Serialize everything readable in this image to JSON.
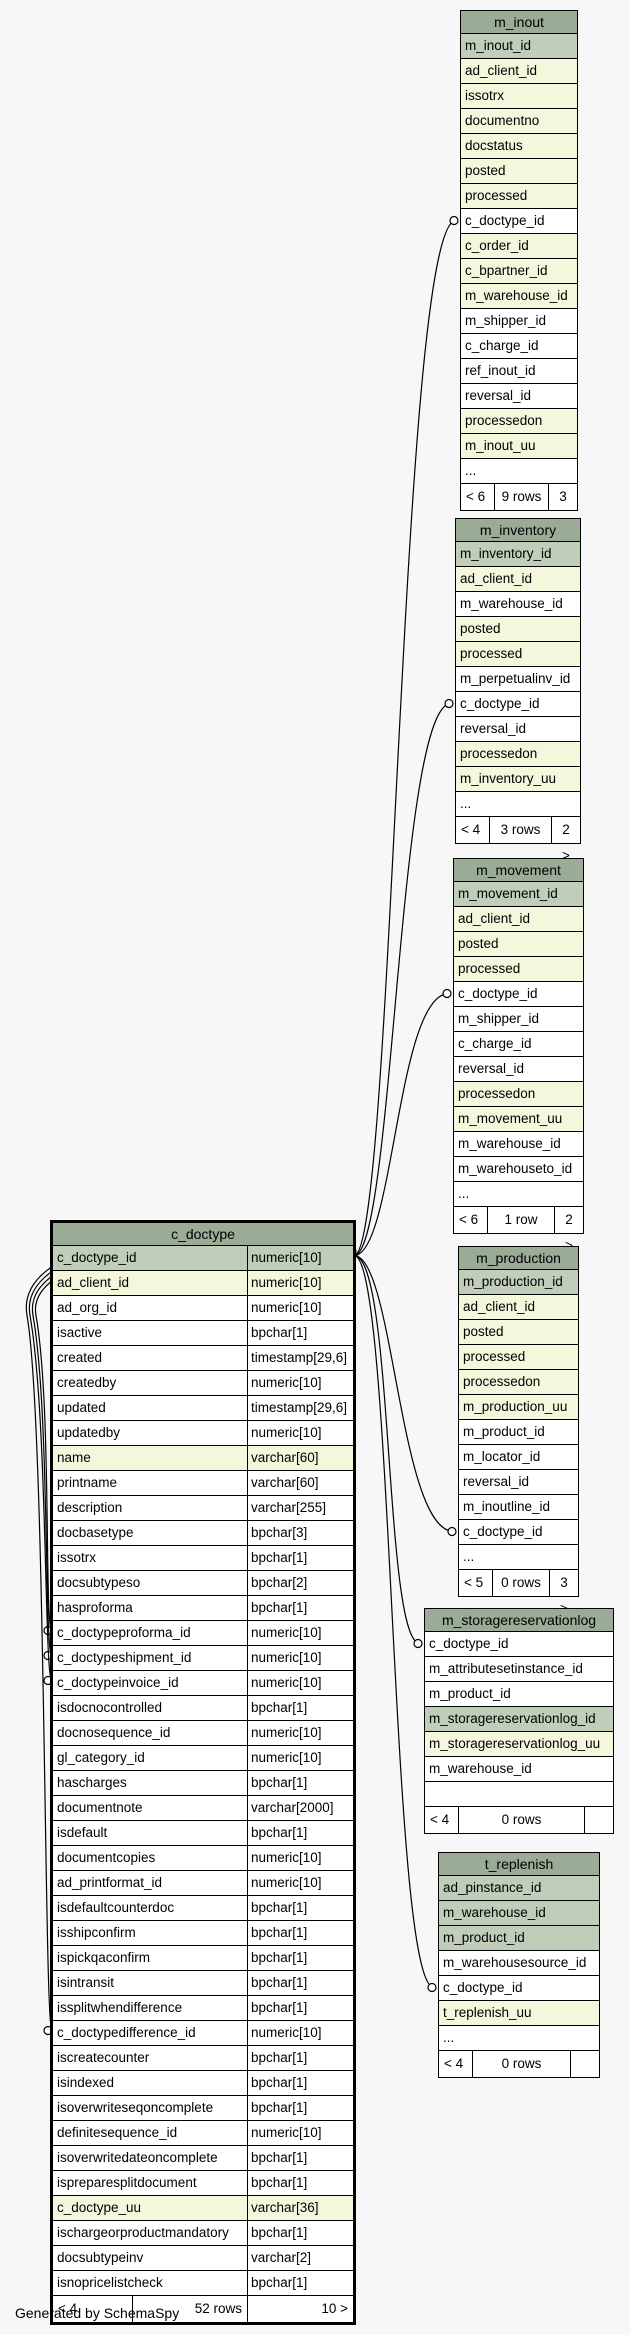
{
  "credit": "Generated by SchemaSpy",
  "tables": {
    "m_inout": {
      "title": "m_inout",
      "rows": [
        {
          "name": "m_inout_id",
          "kind": "k"
        },
        {
          "name": "ad_client_id",
          "kind": "y"
        },
        {
          "name": "issotrx",
          "kind": "y"
        },
        {
          "name": "documentno",
          "kind": "y"
        },
        {
          "name": "docstatus",
          "kind": "y"
        },
        {
          "name": "posted",
          "kind": "y"
        },
        {
          "name": "processed",
          "kind": "y"
        },
        {
          "name": "c_doctype_id",
          "kind": "w"
        },
        {
          "name": "c_order_id",
          "kind": "y"
        },
        {
          "name": "c_bpartner_id",
          "kind": "y"
        },
        {
          "name": "m_warehouse_id",
          "kind": "y"
        },
        {
          "name": "m_shipper_id",
          "kind": "w"
        },
        {
          "name": "c_charge_id",
          "kind": "w"
        },
        {
          "name": "ref_inout_id",
          "kind": "w"
        },
        {
          "name": "reversal_id",
          "kind": "w"
        },
        {
          "name": "processedon",
          "kind": "y"
        },
        {
          "name": "m_inout_uu",
          "kind": "y"
        },
        {
          "name": "...",
          "kind": "w"
        }
      ],
      "footer": [
        "< 6",
        "9 rows",
        "3 >"
      ]
    },
    "m_inventory": {
      "title": "m_inventory",
      "rows": [
        {
          "name": "m_inventory_id",
          "kind": "k"
        },
        {
          "name": "ad_client_id",
          "kind": "y"
        },
        {
          "name": "m_warehouse_id",
          "kind": "w"
        },
        {
          "name": "posted",
          "kind": "y"
        },
        {
          "name": "processed",
          "kind": "y"
        },
        {
          "name": "m_perpetualinv_id",
          "kind": "w"
        },
        {
          "name": "c_doctype_id",
          "kind": "w"
        },
        {
          "name": "reversal_id",
          "kind": "w"
        },
        {
          "name": "processedon",
          "kind": "y"
        },
        {
          "name": "m_inventory_uu",
          "kind": "y"
        },
        {
          "name": "...",
          "kind": "w"
        }
      ],
      "footer": [
        "< 4",
        "3 rows",
        "2 >"
      ]
    },
    "m_movement": {
      "title": "m_movement",
      "rows": [
        {
          "name": "m_movement_id",
          "kind": "k"
        },
        {
          "name": "ad_client_id",
          "kind": "y"
        },
        {
          "name": "posted",
          "kind": "y"
        },
        {
          "name": "processed",
          "kind": "y"
        },
        {
          "name": "c_doctype_id",
          "kind": "w"
        },
        {
          "name": "m_shipper_id",
          "kind": "w"
        },
        {
          "name": "c_charge_id",
          "kind": "w"
        },
        {
          "name": "reversal_id",
          "kind": "w"
        },
        {
          "name": "processedon",
          "kind": "y"
        },
        {
          "name": "m_movement_uu",
          "kind": "y"
        },
        {
          "name": "m_warehouse_id",
          "kind": "w"
        },
        {
          "name": "m_warehouseto_id",
          "kind": "w"
        },
        {
          "name": "...",
          "kind": "w"
        }
      ],
      "footer": [
        "< 6",
        "1 row",
        "2 >"
      ]
    },
    "m_production": {
      "title": "m_production",
      "rows": [
        {
          "name": "m_production_id",
          "kind": "k"
        },
        {
          "name": "ad_client_id",
          "kind": "y"
        },
        {
          "name": "posted",
          "kind": "y"
        },
        {
          "name": "processed",
          "kind": "y"
        },
        {
          "name": "processedon",
          "kind": "y"
        },
        {
          "name": "m_production_uu",
          "kind": "y"
        },
        {
          "name": "m_product_id",
          "kind": "w"
        },
        {
          "name": "m_locator_id",
          "kind": "w"
        },
        {
          "name": "reversal_id",
          "kind": "w"
        },
        {
          "name": "m_inoutline_id",
          "kind": "w"
        },
        {
          "name": "c_doctype_id",
          "kind": "w"
        },
        {
          "name": "...",
          "kind": "w"
        }
      ],
      "footer": [
        "< 5",
        "0 rows",
        "3 >"
      ]
    },
    "m_storagereservationlog": {
      "title": "m_storagereservationlog",
      "rows": [
        {
          "name": "c_doctype_id",
          "kind": "w"
        },
        {
          "name": "m_attributesetinstance_id",
          "kind": "w"
        },
        {
          "name": "m_product_id",
          "kind": "w"
        },
        {
          "name": "m_storagereservationlog_id",
          "kind": "k"
        },
        {
          "name": "m_storagereservationlog_uu",
          "kind": "y"
        },
        {
          "name": "m_warehouse_id",
          "kind": "w"
        },
        {
          "name": "",
          "kind": "w"
        }
      ],
      "footer": [
        "< 4",
        "0 rows",
        ""
      ]
    },
    "t_replenish": {
      "title": "t_replenish",
      "rows": [
        {
          "name": "ad_pinstance_id",
          "kind": "k"
        },
        {
          "name": "m_warehouse_id",
          "kind": "k"
        },
        {
          "name": "m_product_id",
          "kind": "k"
        },
        {
          "name": "m_warehousesource_id",
          "kind": "w"
        },
        {
          "name": "c_doctype_id",
          "kind": "w"
        },
        {
          "name": "t_replenish_uu",
          "kind": "y"
        },
        {
          "name": "...",
          "kind": "w"
        }
      ],
      "footer": [
        "< 4",
        "0 rows",
        ""
      ]
    }
  },
  "main": {
    "title": "c_doctype",
    "rows": [
      {
        "name": "c_doctype_id",
        "type": "numeric[10]",
        "kind": "k"
      },
      {
        "name": "ad_client_id",
        "type": "numeric[10]",
        "kind": "y"
      },
      {
        "name": "ad_org_id",
        "type": "numeric[10]",
        "kind": "w"
      },
      {
        "name": "isactive",
        "type": "bpchar[1]",
        "kind": "w"
      },
      {
        "name": "created",
        "type": "timestamp[29,6]",
        "kind": "w"
      },
      {
        "name": "createdby",
        "type": "numeric[10]",
        "kind": "w"
      },
      {
        "name": "updated",
        "type": "timestamp[29,6]",
        "kind": "w"
      },
      {
        "name": "updatedby",
        "type": "numeric[10]",
        "kind": "w"
      },
      {
        "name": "name",
        "type": "varchar[60]",
        "kind": "y"
      },
      {
        "name": "printname",
        "type": "varchar[60]",
        "kind": "w"
      },
      {
        "name": "description",
        "type": "varchar[255]",
        "kind": "w"
      },
      {
        "name": "docbasetype",
        "type": "bpchar[3]",
        "kind": "w"
      },
      {
        "name": "issotrx",
        "type": "bpchar[1]",
        "kind": "w"
      },
      {
        "name": "docsubtypeso",
        "type": "bpchar[2]",
        "kind": "w"
      },
      {
        "name": "hasproforma",
        "type": "bpchar[1]",
        "kind": "w"
      },
      {
        "name": "c_doctypeproforma_id",
        "type": "numeric[10]",
        "kind": "w"
      },
      {
        "name": "c_doctypeshipment_id",
        "type": "numeric[10]",
        "kind": "w"
      },
      {
        "name": "c_doctypeinvoice_id",
        "type": "numeric[10]",
        "kind": "w"
      },
      {
        "name": "isdocnocontrolled",
        "type": "bpchar[1]",
        "kind": "w"
      },
      {
        "name": "docnosequence_id",
        "type": "numeric[10]",
        "kind": "w"
      },
      {
        "name": "gl_category_id",
        "type": "numeric[10]",
        "kind": "w"
      },
      {
        "name": "hascharges",
        "type": "bpchar[1]",
        "kind": "w"
      },
      {
        "name": "documentnote",
        "type": "varchar[2000]",
        "kind": "w"
      },
      {
        "name": "isdefault",
        "type": "bpchar[1]",
        "kind": "w"
      },
      {
        "name": "documentcopies",
        "type": "numeric[10]",
        "kind": "w"
      },
      {
        "name": "ad_printformat_id",
        "type": "numeric[10]",
        "kind": "w"
      },
      {
        "name": "isdefaultcounterdoc",
        "type": "bpchar[1]",
        "kind": "w"
      },
      {
        "name": "isshipconfirm",
        "type": "bpchar[1]",
        "kind": "w"
      },
      {
        "name": "ispickqaconfirm",
        "type": "bpchar[1]",
        "kind": "w"
      },
      {
        "name": "isintransit",
        "type": "bpchar[1]",
        "kind": "w"
      },
      {
        "name": "issplitwhendifference",
        "type": "bpchar[1]",
        "kind": "w"
      },
      {
        "name": "c_doctypedifference_id",
        "type": "numeric[10]",
        "kind": "w"
      },
      {
        "name": "iscreatecounter",
        "type": "bpchar[1]",
        "kind": "w"
      },
      {
        "name": "isindexed",
        "type": "bpchar[1]",
        "kind": "w"
      },
      {
        "name": "isoverwriteseqoncomplete",
        "type": "bpchar[1]",
        "kind": "w"
      },
      {
        "name": "definitesequence_id",
        "type": "numeric[10]",
        "kind": "w"
      },
      {
        "name": "isoverwritedateoncomplete",
        "type": "bpchar[1]",
        "kind": "w"
      },
      {
        "name": "ispreparesplitdocument",
        "type": "bpchar[1]",
        "kind": "w"
      },
      {
        "name": "c_doctype_uu",
        "type": "varchar[36]",
        "kind": "y"
      },
      {
        "name": "ischargeorproductmandatory",
        "type": "bpchar[1]",
        "kind": "w"
      },
      {
        "name": "docsubtypeinv",
        "type": "varchar[2]",
        "kind": "w"
      },
      {
        "name": "isnopricelistcheck",
        "type": "bpchar[1]",
        "kind": "w"
      }
    ],
    "footer": [
      "< 4",
      "52 rows",
      "10 >"
    ]
  }
}
